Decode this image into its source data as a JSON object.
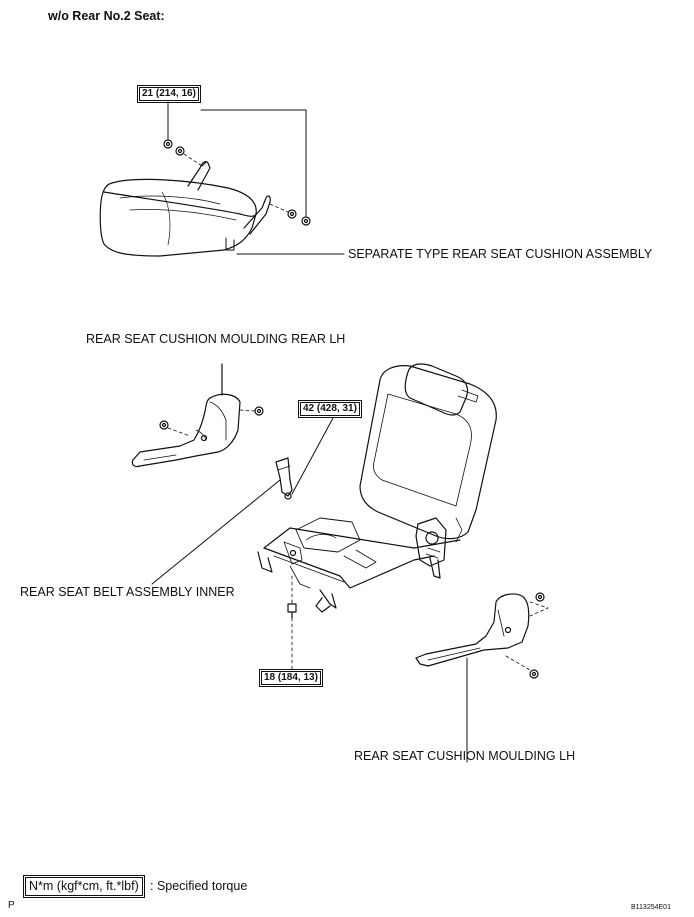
{
  "header": {
    "title": "w/o Rear No.2 Seat:"
  },
  "torques": {
    "t1": "21 (214, 16)",
    "t2": "42 (428, 31)",
    "t3": "18 (184, 13)"
  },
  "labels": {
    "cushion_assembly": "SEPARATE TYPE REAR SEAT CUSHION ASSEMBLY",
    "moulding_rear_lh": "REAR SEAT CUSHION MOULDING REAR LH",
    "belt_inner": "REAR SEAT BELT ASSEMBLY INNER",
    "moulding_lh": "REAR SEAT CUSHION MOULDING LH"
  },
  "legend": {
    "unit": "N*m (kgf*cm, ft.*lbf)",
    "meaning": ": Specified torque"
  },
  "footer": {
    "left_mark": "P",
    "figure_id": "B113254E01"
  }
}
